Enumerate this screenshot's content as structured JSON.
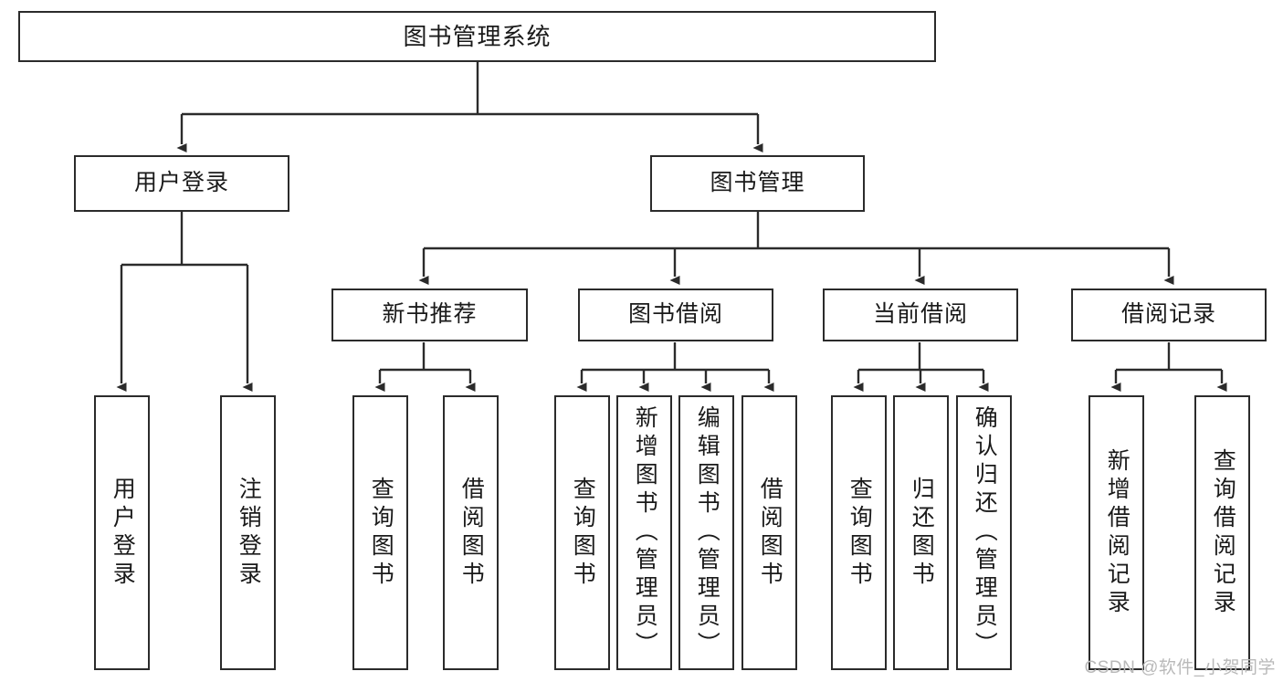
{
  "meta": {
    "title": "图书管理系统 功能结构图",
    "watermark": "CSDN @软件_小贺同学",
    "colors": {
      "stroke": "#2b2b2b",
      "fill": "#ffffff",
      "text": "#1a1a1a",
      "watermark": "#b9b9b9",
      "background": "#ffffff"
    }
  },
  "chart_data": {
    "type": "diagram",
    "subtype": "tree-hierarchy-functional-structure",
    "title": "图书管理系统",
    "orientation": "top-down",
    "nodes": [
      {
        "id": "root",
        "label": "图书管理系统",
        "level": 0,
        "parent": null,
        "text_direction": "horizontal"
      },
      {
        "id": "user-login",
        "label": "用户登录",
        "level": 1,
        "parent": "root",
        "text_direction": "horizontal"
      },
      {
        "id": "book-mgmt",
        "label": "图书管理",
        "level": 1,
        "parent": "root",
        "text_direction": "horizontal"
      },
      {
        "id": "new-book-rec",
        "label": "新书推荐",
        "level": 2,
        "parent": "book-mgmt",
        "text_direction": "horizontal"
      },
      {
        "id": "book-borrow",
        "label": "图书借阅",
        "level": 2,
        "parent": "book-mgmt",
        "text_direction": "horizontal"
      },
      {
        "id": "current-borrow",
        "label": "当前借阅",
        "level": 2,
        "parent": "book-mgmt",
        "text_direction": "horizontal"
      },
      {
        "id": "borrow-record",
        "label": "借阅记录",
        "level": 2,
        "parent": "book-mgmt",
        "text_direction": "horizontal"
      },
      {
        "id": "leaf-login",
        "label": "用户登录",
        "level": 2,
        "parent": "user-login",
        "text_direction": "vertical"
      },
      {
        "id": "leaf-logout",
        "label": "注销登录",
        "level": 2,
        "parent": "user-login",
        "text_direction": "vertical"
      },
      {
        "id": "leaf-q1",
        "label": "查询图书",
        "level": 3,
        "parent": "new-book-rec",
        "text_direction": "vertical"
      },
      {
        "id": "leaf-b1",
        "label": "借阅图书",
        "level": 3,
        "parent": "new-book-rec",
        "text_direction": "vertical"
      },
      {
        "id": "leaf-q2",
        "label": "查询图书",
        "level": 3,
        "parent": "book-borrow",
        "text_direction": "vertical"
      },
      {
        "id": "leaf-add",
        "label": "新增图书（管理员）",
        "level": 3,
        "parent": "book-borrow",
        "text_direction": "vertical"
      },
      {
        "id": "leaf-edit",
        "label": "编辑图书（管理员）",
        "level": 3,
        "parent": "book-borrow",
        "text_direction": "vertical"
      },
      {
        "id": "leaf-b2",
        "label": "借阅图书",
        "level": 3,
        "parent": "book-borrow",
        "text_direction": "vertical"
      },
      {
        "id": "leaf-q3",
        "label": "查询图书",
        "level": 3,
        "parent": "current-borrow",
        "text_direction": "vertical"
      },
      {
        "id": "leaf-return",
        "label": "归还图书",
        "level": 3,
        "parent": "current-borrow",
        "text_direction": "vertical"
      },
      {
        "id": "leaf-confirm",
        "label": "确认归还（管理员）",
        "level": 3,
        "parent": "current-borrow",
        "text_direction": "vertical"
      },
      {
        "id": "leaf-addrec",
        "label": "新增借阅记录",
        "level": 3,
        "parent": "borrow-record",
        "text_direction": "vertical"
      },
      {
        "id": "leaf-qrec",
        "label": "查询借阅记录",
        "level": 3,
        "parent": "borrow-record",
        "text_direction": "vertical"
      }
    ],
    "edges": [
      {
        "from": "root",
        "to": "user-login"
      },
      {
        "from": "root",
        "to": "book-mgmt"
      },
      {
        "from": "book-mgmt",
        "to": "new-book-rec"
      },
      {
        "from": "book-mgmt",
        "to": "book-borrow"
      },
      {
        "from": "book-mgmt",
        "to": "current-borrow"
      },
      {
        "from": "book-mgmt",
        "to": "borrow-record"
      },
      {
        "from": "user-login",
        "to": "leaf-login"
      },
      {
        "from": "user-login",
        "to": "leaf-logout"
      },
      {
        "from": "new-book-rec",
        "to": "leaf-q1"
      },
      {
        "from": "new-book-rec",
        "to": "leaf-b1"
      },
      {
        "from": "book-borrow",
        "to": "leaf-q2"
      },
      {
        "from": "book-borrow",
        "to": "leaf-add"
      },
      {
        "from": "book-borrow",
        "to": "leaf-edit"
      },
      {
        "from": "book-borrow",
        "to": "leaf-b2"
      },
      {
        "from": "current-borrow",
        "to": "leaf-q3"
      },
      {
        "from": "current-borrow",
        "to": "leaf-return"
      },
      {
        "from": "current-borrow",
        "to": "leaf-confirm"
      },
      {
        "from": "borrow-record",
        "to": "leaf-addrec"
      },
      {
        "from": "borrow-record",
        "to": "leaf-qrec"
      }
    ],
    "edge_style": {
      "arrowheads": true,
      "routing": "orthogonal",
      "line_color": "#2b2b2b",
      "line_width": 2
    }
  }
}
